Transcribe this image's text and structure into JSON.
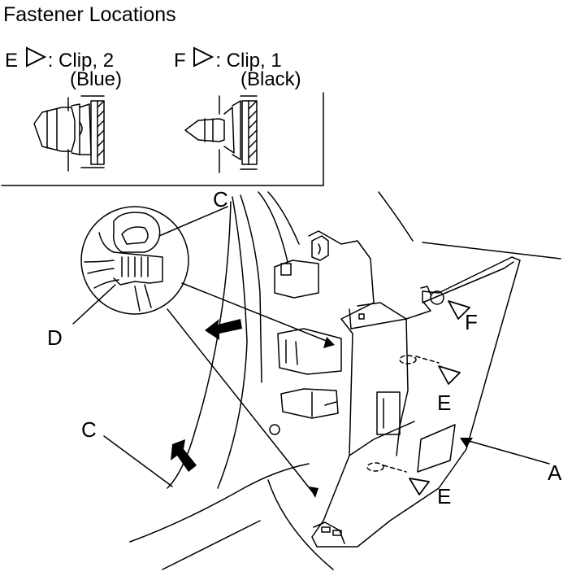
{
  "title": "Fastener Locations",
  "legend": {
    "e": {
      "letter": "E",
      "text": ": Clip, 2",
      "color_text": "(Blue)",
      "icon": "triangle-outline-icon"
    },
    "f": {
      "letter": "F",
      "text": ": Clip, 1",
      "color_text": "(Black)",
      "icon": "triangle-outline-icon"
    }
  },
  "callouts": {
    "c_top": "C",
    "c_left": "C",
    "d": "D",
    "f": "F",
    "e_upper": "E",
    "e_lower": "E",
    "a": "A"
  }
}
